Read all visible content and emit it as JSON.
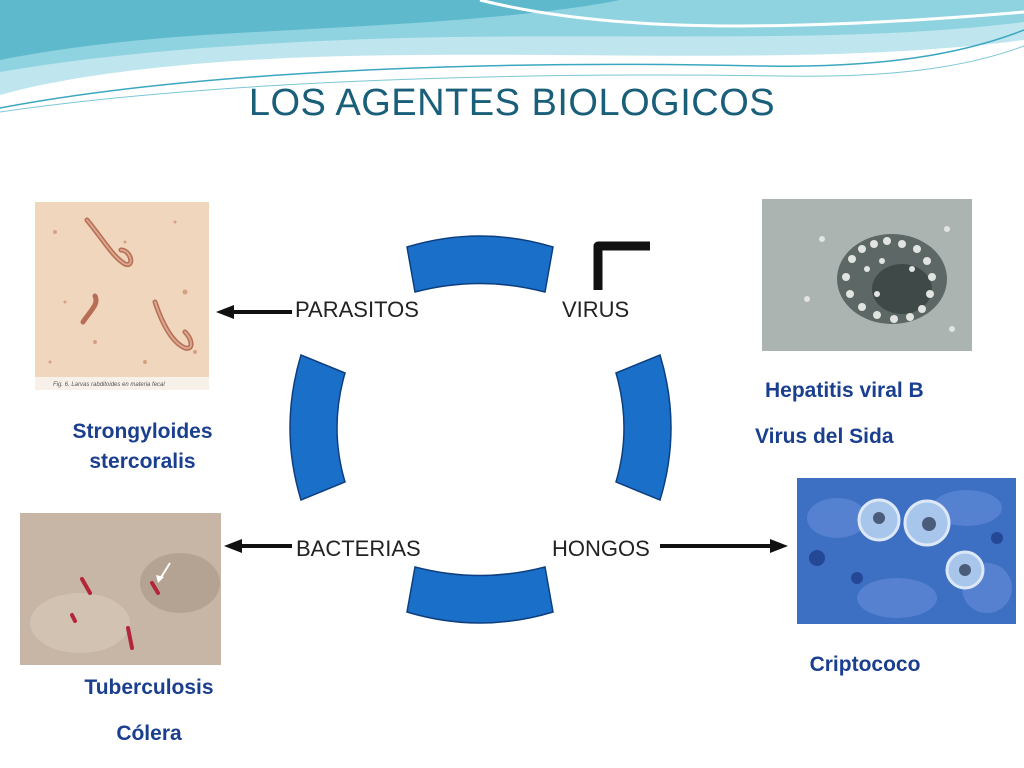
{
  "slide": {
    "title": "LOS AGENTES BIOLOGICOS"
  },
  "diagram": {
    "nodes": {
      "parasitos": "PARASITOS",
      "virus": "VIRUS",
      "bacterias": "BACTERIAS",
      "hongos": "HONGOS"
    },
    "ring_color": "#1a6fc8"
  },
  "photos": {
    "parasite": {
      "caption_lines": [
        "Strongyloides",
        "stercoralis"
      ],
      "fig_caption": "Fig. 6. Larvas rabditoides en materia fecal",
      "icon": "parasite-larvae-image"
    },
    "virus": {
      "caption_lines": [
        "Hepatitis viral B",
        "Virus del Sida"
      ],
      "icon": "virus-micrograph-image"
    },
    "bacteria": {
      "caption_lines": [
        "Tuberculosis",
        "Cólera"
      ],
      "icon": "bacteria-stain-image"
    },
    "fungus": {
      "caption_lines": [
        "Criptococo"
      ],
      "icon": "cryptococcus-stain-image"
    }
  },
  "colors": {
    "title": "#1a5f7a",
    "caption": "#1b3f8f",
    "arrow": "#111111"
  }
}
